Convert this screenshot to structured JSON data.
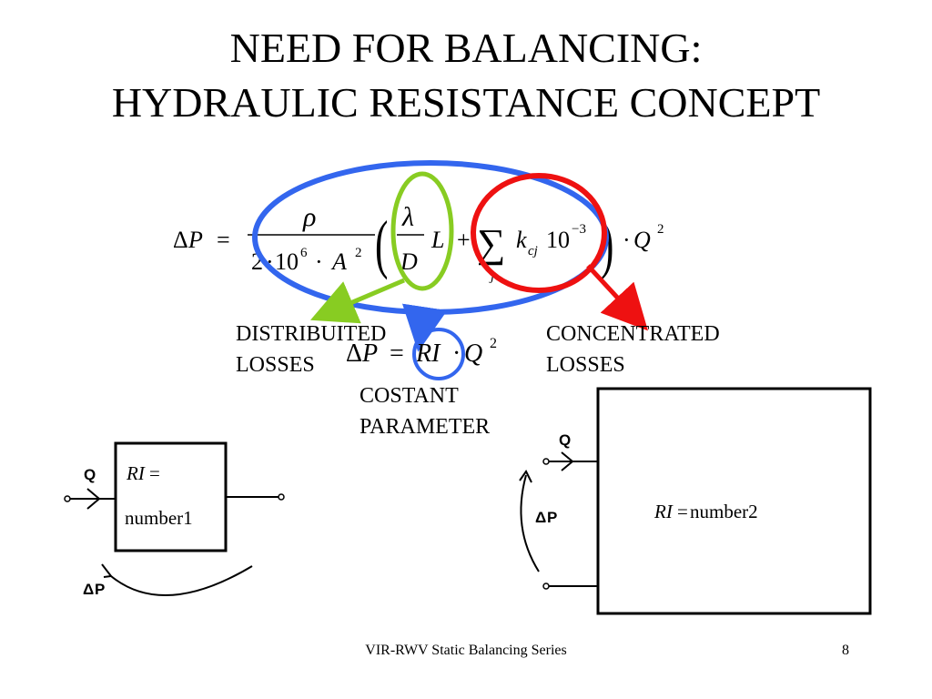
{
  "title": {
    "line1": "NEED FOR BALANCING:",
    "line2": "HYDRAULIC RESISTANCE CONCEPT"
  },
  "formula_main": {
    "lhs_delta": "Δ",
    "lhs_var": "P",
    "equals": "=",
    "numerator": "ρ",
    "den_two": "2",
    "den_dot1": "·",
    "den_ten": "10",
    "den_exp6": "6",
    "den_dot2": "·",
    "den_A": "A",
    "den_exp2": "2",
    "paren_open": "(",
    "paren_close": ")",
    "lambda": "λ",
    "D": "D",
    "L": "L",
    "plus": "+",
    "sum": "∑",
    "sum_index": "j",
    "k": "k",
    "k_sub": "cj",
    "ten": "10",
    "exp_neg3": "−3",
    "dot3": "·",
    "Q": "Q",
    "exp_q2": "2"
  },
  "formula_simple": {
    "delta": "Δ",
    "P": "P",
    "equals": "=",
    "RI": "RI",
    "dot": "·",
    "Q": "Q",
    "exp2": "2"
  },
  "labels": {
    "distributed_line1": "DISTRIBUITED",
    "distributed_line2": "LOSSES",
    "concentrated_line1": "CONCENTRATED",
    "concentrated_line2": "LOSSES",
    "costant_line1": "COSTANT",
    "costant_line2": "PARAMETER"
  },
  "left_box": {
    "q_label": "Q",
    "ri_label": "RI",
    "ri_equals": "=",
    "value": "number1",
    "dp_delta": "Δ",
    "dp_P": "P"
  },
  "right_box": {
    "q_label": "Q",
    "ri_label": "RI",
    "ri_equals": "=",
    "value": "number2",
    "dp_delta": "Δ",
    "dp_P": "P"
  },
  "footer": {
    "series": "VIR-RWV Static Balancing Series",
    "page": "8"
  },
  "colors": {
    "blue": "#3366ee",
    "green": "#88cc22",
    "red": "#ee1111"
  }
}
